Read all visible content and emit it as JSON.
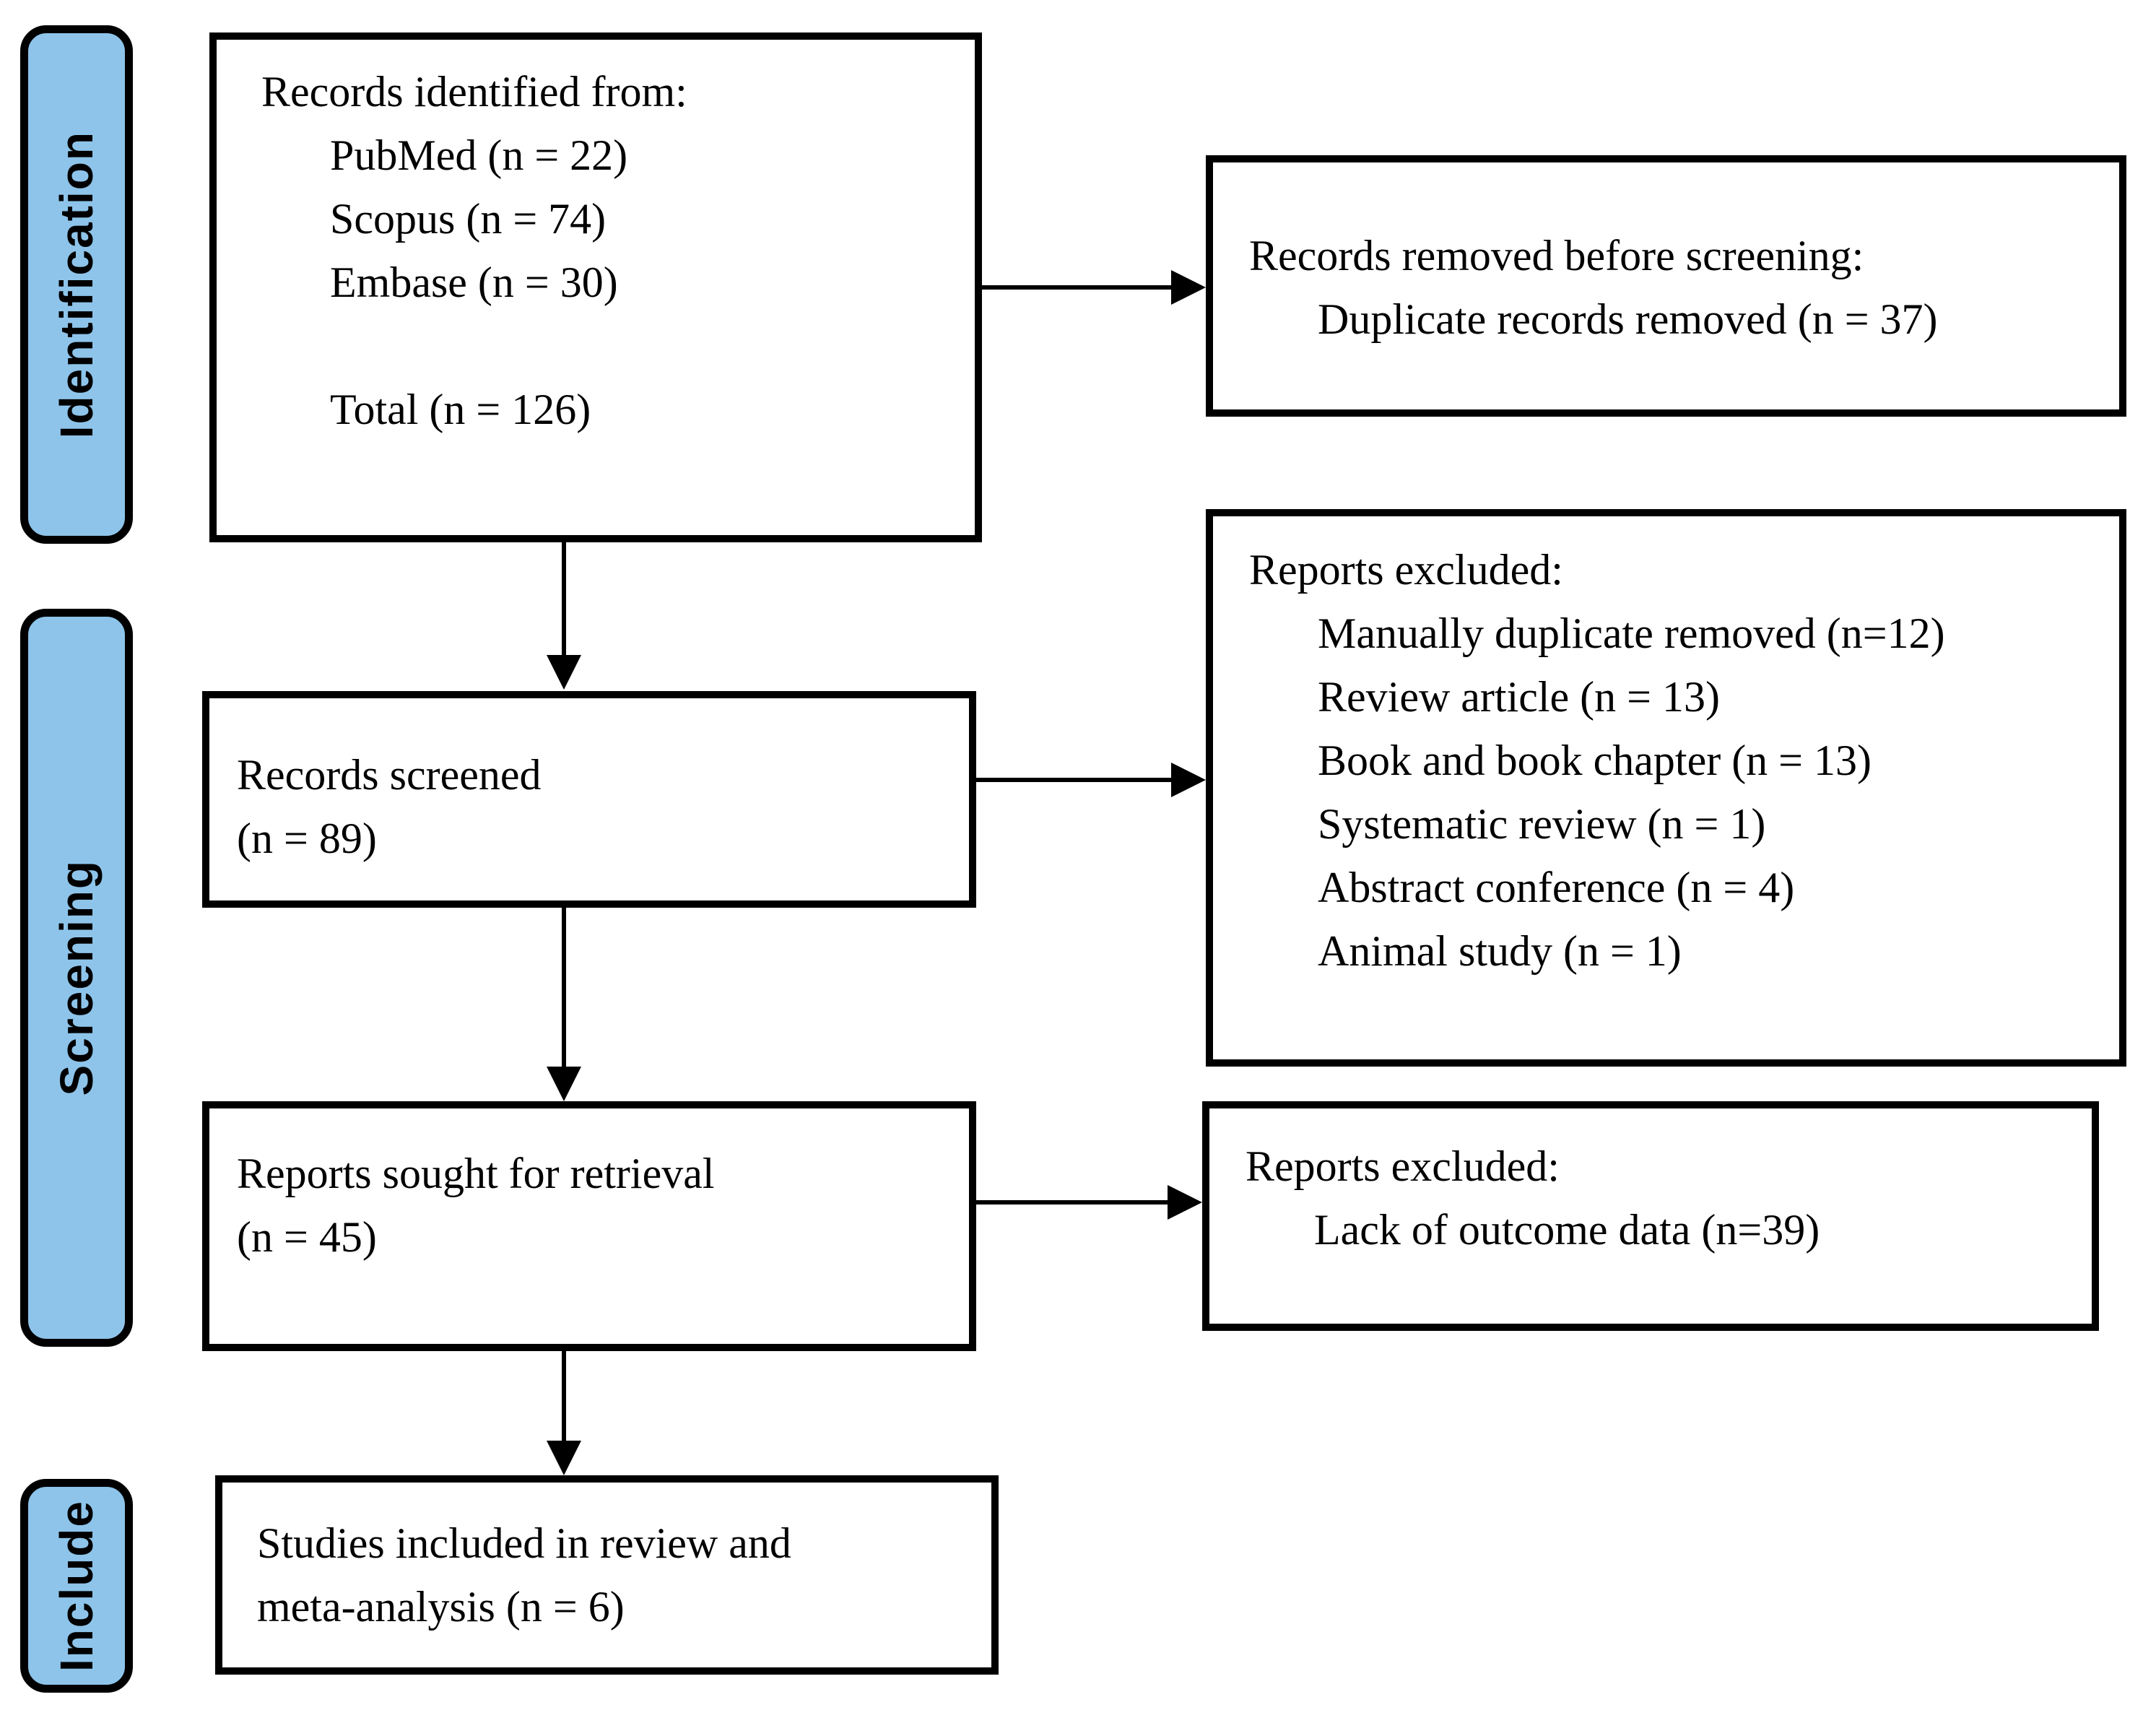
{
  "colors": {
    "stage_fill": "#8EC4EA",
    "line": "#000000",
    "box_fill": "#FFFFFF"
  },
  "stages": {
    "identification": "Identification",
    "screening": "Screening",
    "include": "Include"
  },
  "boxes": {
    "identified": {
      "heading": "Records identified from:",
      "sources": [
        "PubMed (n = 22)",
        "Scopus (n = 74)",
        "Embase (n = 30)"
      ],
      "total": "Total (n = 126)"
    },
    "removed_before_screening": {
      "heading": "Records removed before screening:",
      "items": [
        "Duplicate records removed (n = 37)"
      ]
    },
    "screened": {
      "lines": [
        "Records screened",
        "(n = 89)"
      ]
    },
    "reports_excluded": {
      "heading": "Reports excluded:",
      "items": [
        "Manually duplicate removed (n=12)",
        "Review article (n = 13)",
        "Book and book chapter (n = 13)",
        "Systematic review (n = 1)",
        "Abstract conference (n = 4)",
        "Animal study (n = 1)"
      ]
    },
    "sought_retrieval": {
      "lines": [
        "Reports sought for retrieval",
        "(n = 45)"
      ]
    },
    "excluded_retrieval": {
      "heading": "Reports excluded:",
      "items": [
        "Lack of outcome data (n=39)"
      ]
    },
    "included": {
      "lines": [
        "Studies included in review and",
        "meta-analysis (n = 6)"
      ]
    }
  }
}
